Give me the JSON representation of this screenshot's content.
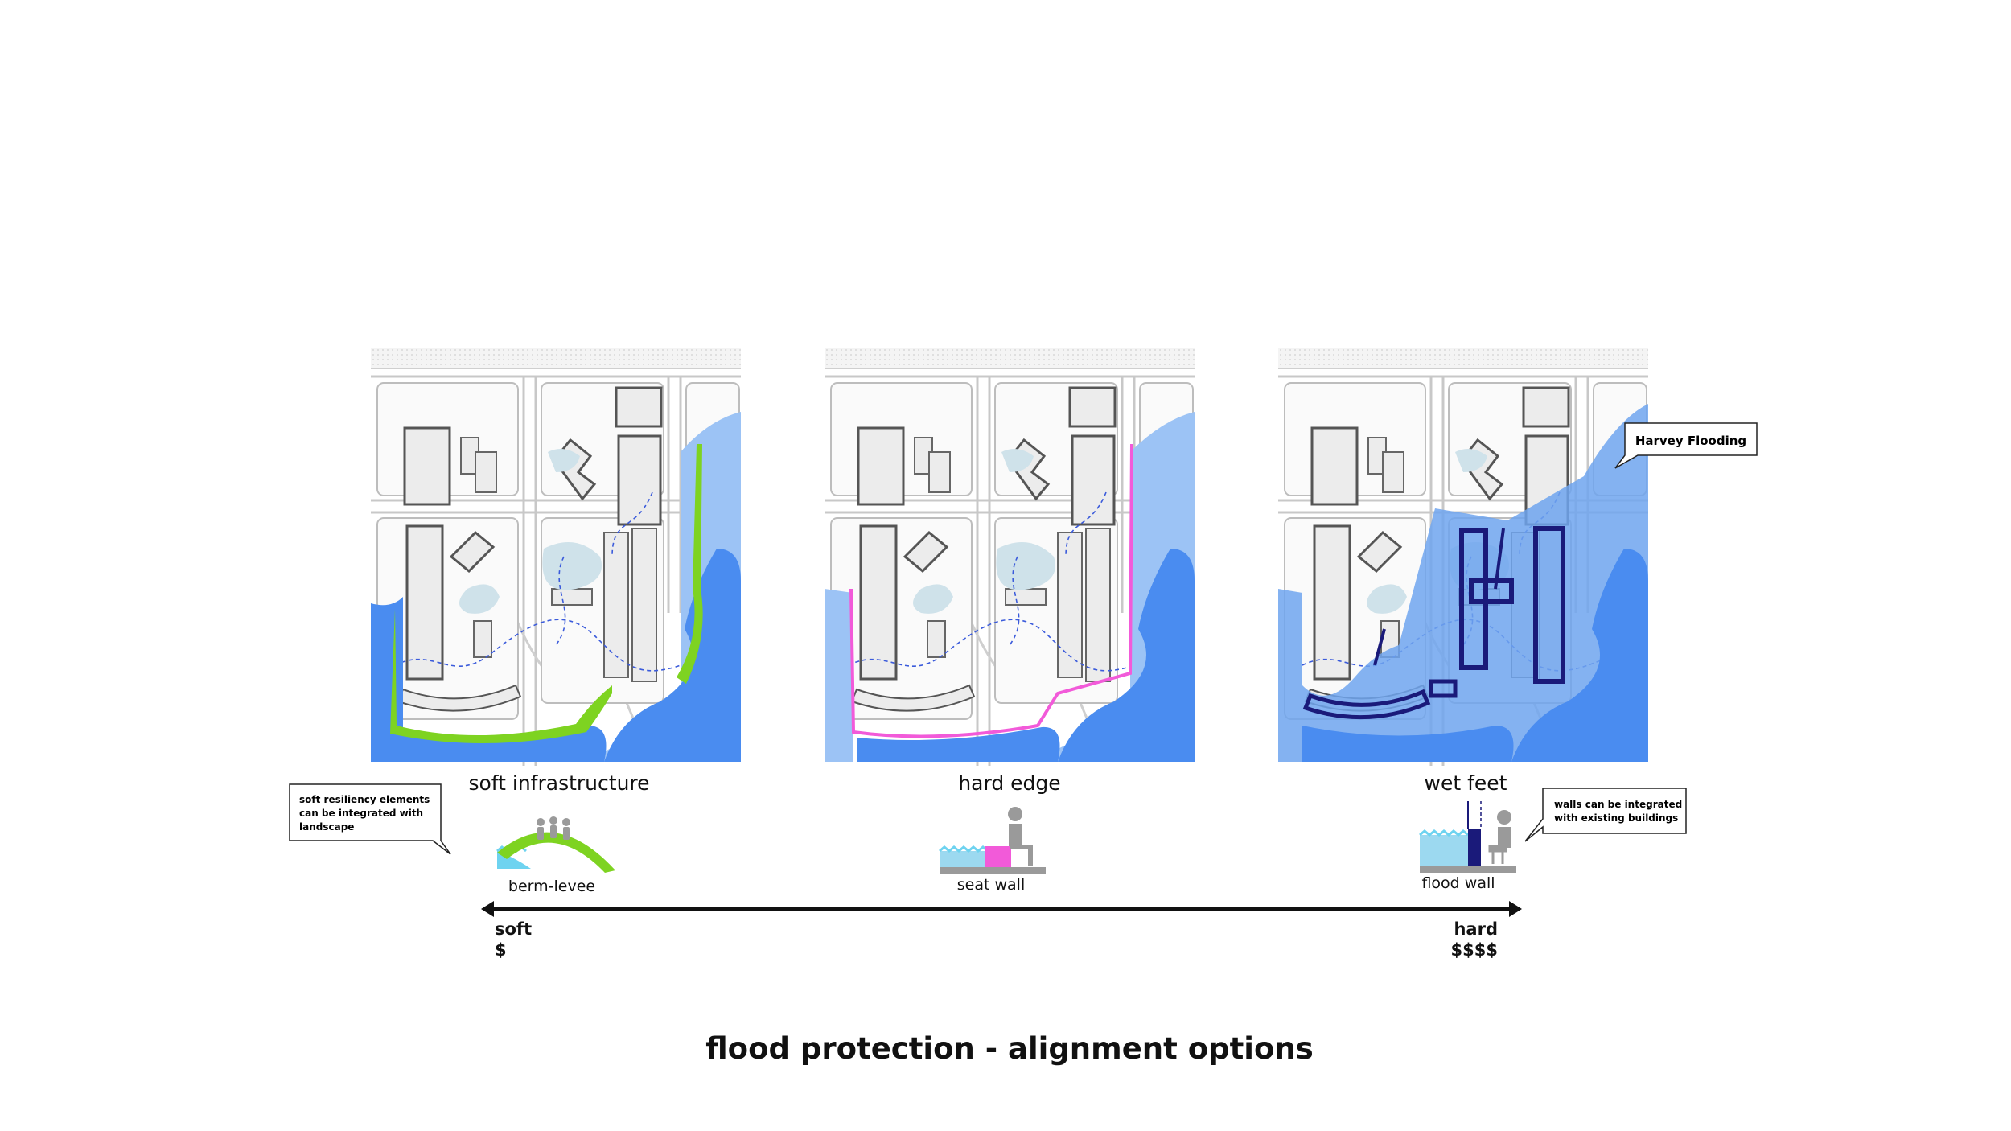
{
  "panels": [
    {
      "label": "soft infrastructure",
      "edge_color": "#7ED321"
    },
    {
      "label": "hard edge",
      "edge_color": "#F25AD9"
    },
    {
      "label": "wet feet",
      "edge_color": "#1A1A7A"
    }
  ],
  "callouts": {
    "soft_note": [
      "soft resiliency elements",
      "can be integrated with",
      "landscape"
    ],
    "walls_note": [
      "walls can be integrated",
      "with existing buildings"
    ],
    "harvey": "Harvey Flooding"
  },
  "icons": {
    "berm": {
      "label": "berm-levee",
      "icon": "berm-levee-icon"
    },
    "seat": {
      "label": "seat wall",
      "icon": "seat-wall-icon"
    },
    "wall": {
      "label": "flood wall",
      "icon": "flood-wall-icon"
    }
  },
  "scale": {
    "left_word": "soft",
    "left_cost": "$",
    "right_word": "hard",
    "right_cost": "$$$$"
  },
  "title": "flood protection - alignment options",
  "colors": {
    "water_dark": "#4A8CF0",
    "water_light": "#9CC3F5",
    "flood_mid": "#6FA4EE",
    "berm_green": "#7ED321",
    "seat_pink": "#F25AD9",
    "wall_navy": "#1A1A7A",
    "icon_gray": "#9A9A9A"
  }
}
